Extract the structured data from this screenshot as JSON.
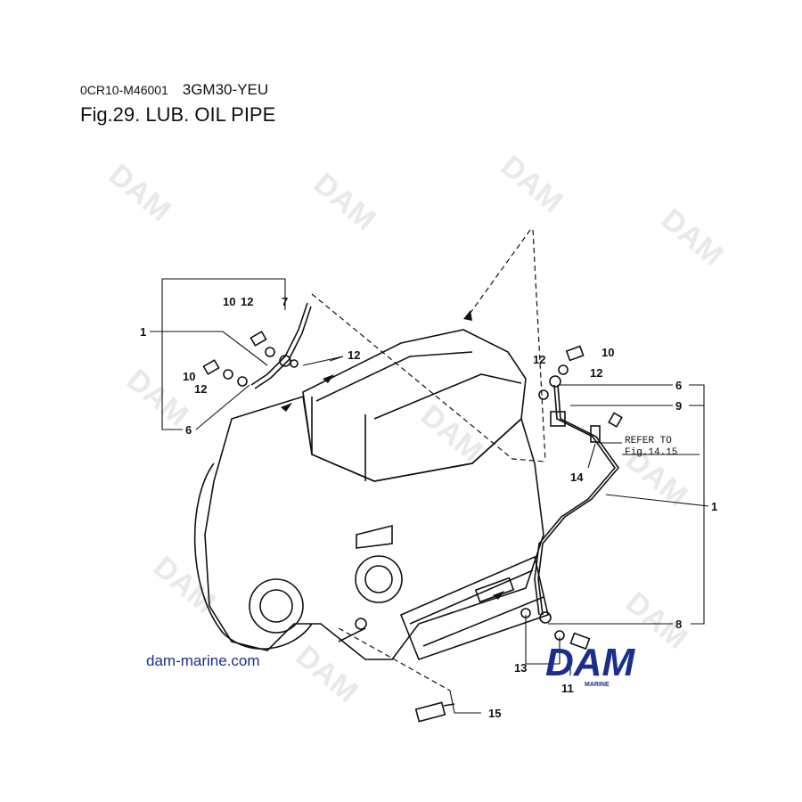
{
  "header": {
    "doc_code": "0CR10-M46001",
    "model": "3GM30-YEU",
    "figure_title": "Fig.29.  LUB. OIL PIPE"
  },
  "callouts": {
    "c1_left": "1",
    "c1_right": "1",
    "c6_left": "6",
    "c6_right": "6",
    "c7": "7",
    "c8": "8",
    "c9": "9",
    "c10_top": "10",
    "c10_left": "10",
    "c10_right": "10",
    "c11": "11",
    "c12_a": "12",
    "c12_b": "12",
    "c12_c": "12",
    "c12_d": "12",
    "c12_e": "12",
    "c13": "13",
    "c14": "14",
    "c15": "15"
  },
  "refer_note": {
    "line1": "REFER TO",
    "line2": "Fig.14.15"
  },
  "footer": {
    "site": "dam-marine.com",
    "logo_word": "DAM",
    "logo_sub": "MARINE"
  },
  "watermark": "DAM",
  "colors": {
    "logo_blue": "#1a2f8c",
    "watermark": "#e9e9e9",
    "line": "#111111"
  }
}
